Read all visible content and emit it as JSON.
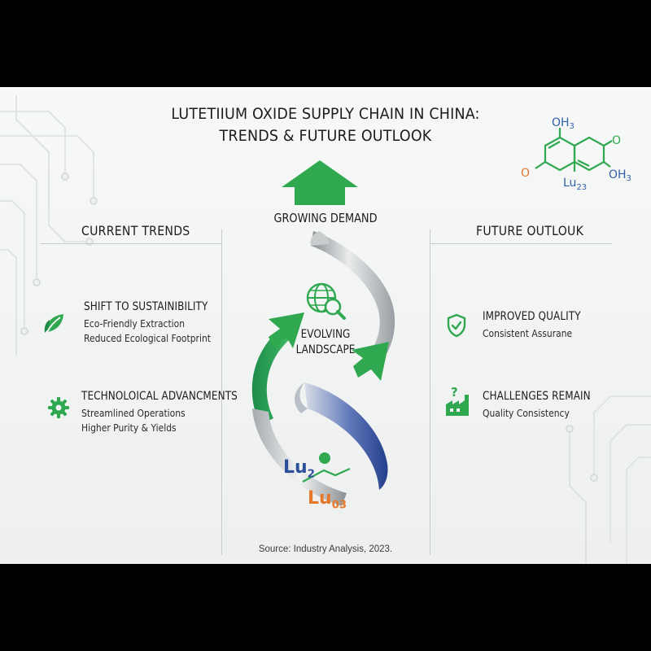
{
  "title": {
    "line1": "LUTETIIUM OXIDE SUPPLY CHAIN IN CHINA:",
    "line2": "TRENDS & FUTURE OUTLOOK"
  },
  "molecule": {
    "oh_top": "OH",
    "oh_top_sub": "3",
    "o_right": "O",
    "o_left": "O",
    "oh_right": "OH",
    "oh_right_sub": "3",
    "lu": "Lu",
    "lu_sub": "23",
    "colors": {
      "bond": "#2fa84f",
      "blue": "#2e5fa8",
      "orange": "#e5782a"
    }
  },
  "current_trends": {
    "heading": "CURRENT TRENDS",
    "items": [
      {
        "icon": "leaf-icon",
        "title": "SHIFT TO SUSTAINIBILITY",
        "lines": [
          "Eco-Friendly Extraction",
          "Reduced Ecological Footprint"
        ]
      },
      {
        "icon": "gear-icon",
        "title": "TECHNOLOICAL ADVANCMENTS",
        "lines": [
          "Streamlined Operations",
          "Higher Purity & Yields"
        ]
      }
    ]
  },
  "future_outlook": {
    "heading": "FUTURE OUTLOUK",
    "items": [
      {
        "icon": "shield-check-icon",
        "title": "IMPROVED QUALITY",
        "lines": [
          "Consistent Assurane"
        ]
      },
      {
        "icon": "factory-question-icon",
        "title": "CHALLENGES REMAIN",
        "lines": [
          "Quality Consistency"
        ]
      }
    ]
  },
  "center": {
    "top_label": "GROWING DEMAND",
    "mid_label_line1": "EVOLVING",
    "mid_label_line2": "LANDSCAPE",
    "mid_icon": "globe-search-icon",
    "formula1": "Lu",
    "formula1_sub": "2",
    "formula2": "Lu",
    "formula2_sub": "03"
  },
  "source": "Source: Industry Analysis, 2023.",
  "colors": {
    "accent_green": "#2fa84f",
    "dark_green": "#1e8a4a",
    "ribbon_blue": "#2e4f9a",
    "orange": "#e5782a"
  }
}
